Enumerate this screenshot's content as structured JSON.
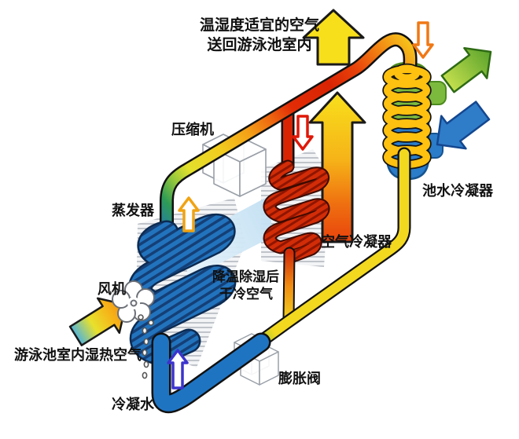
{
  "labels": {
    "return_air_line1": "温湿度适宜的空气",
    "return_air_line2": "送回游泳池室内",
    "compressor": "压缩机",
    "evaporator": "蒸发器",
    "fan": "风机",
    "inlet_air": "游泳池室内湿热空气",
    "condensate": "冷凝水",
    "dry_air_line1": "降温除湿后",
    "dry_air_line2": "干冷空气",
    "air_condenser": "空气冷凝器",
    "expansion_valve": "膨胀阀",
    "pool_condenser": "池水冷凝器"
  },
  "arrows": [
    {
      "name": "return-air-up-arrow",
      "direction": "up",
      "style": "solid",
      "color": "#f8df1b"
    },
    {
      "name": "heated-air-up-arrow",
      "direction": "up",
      "style": "solid",
      "color": "#e8430c to #f8df1b"
    },
    {
      "name": "inlet-humid-air-arrow",
      "direction": "up-right",
      "style": "solid",
      "color": "#4fb3dc to #f28c14"
    },
    {
      "name": "pool-water-out-arrow",
      "direction": "up-right",
      "style": "solid",
      "color": "#5aa32c"
    },
    {
      "name": "pool-water-in-arrow",
      "direction": "down-left",
      "style": "solid",
      "color": "#2f7cc9"
    },
    {
      "name": "refrigerant-up-outline-arrow",
      "direction": "up",
      "style": "outline",
      "color": "#f0a312"
    },
    {
      "name": "refrigerant-down-outline-arrow",
      "direction": "down",
      "style": "outline",
      "color": "#e01808"
    },
    {
      "name": "condenser-feed-outline-arrow",
      "direction": "down",
      "style": "outline",
      "color": "#f07814"
    },
    {
      "name": "cold-liquid-up-outline-arrow",
      "direction": "up",
      "style": "outline",
      "color": "#3c34cc"
    }
  ],
  "colors": {
    "background": "#ffffff",
    "evaporator_coil": "#2273bd",
    "air_condenser_coil": "#d22d08",
    "pool_condenser_coil": "#fec110",
    "condenser_shell_top": "#7cba3e",
    "condenser_shell_bottom": "#2b7cc9",
    "suction_pipe_cold": "#2273bd",
    "discharge_pipe_hot": "#e12c06",
    "liquid_line": "#f2d81f",
    "cold_dry_air_band": "#cfe8f7",
    "label_text": "#111111"
  }
}
